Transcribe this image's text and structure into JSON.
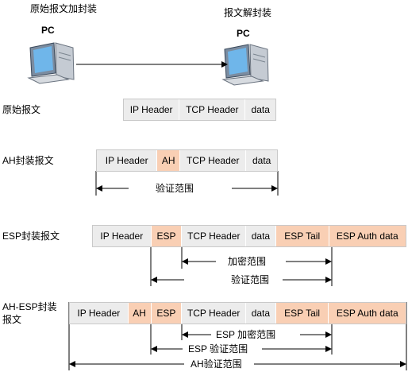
{
  "sender": {
    "title": "原始报文加封装",
    "pc": "PC"
  },
  "receiver": {
    "title": "报文解封装",
    "pc": "PC"
  },
  "rows": {
    "original": {
      "label": "原始报文",
      "fields": [
        "IP Header",
        "TCP Header",
        "data"
      ]
    },
    "ah": {
      "label": "AH封装报文",
      "fields": [
        "IP Header",
        "AH",
        "TCP Header",
        "data"
      ]
    },
    "esp": {
      "label": "ESP封装报文",
      "fields": [
        "IP Header",
        "ESP",
        "TCP Header",
        "data",
        "ESP Tail",
        "ESP Auth data"
      ]
    },
    "ahesp": {
      "label_line1": "AH-ESP封装",
      "label_line2": "报文",
      "fields": [
        "IP Header",
        "AH",
        "ESP",
        "TCP Header",
        "data",
        "ESP Tail",
        "ESP Auth data"
      ]
    }
  },
  "ranges": {
    "ah_verify": "验证范围",
    "esp_encrypt": "加密范围",
    "esp_verify": "验证范围",
    "ahesp_esp_encrypt": "ESP 加密范围",
    "ahesp_esp_verify": "ESP 验证范围",
    "ahesp_ah_verify": "AH验证范围"
  },
  "colors": {
    "header_fill": "#ececec",
    "highlight_fill": "#f9cfb4"
  }
}
